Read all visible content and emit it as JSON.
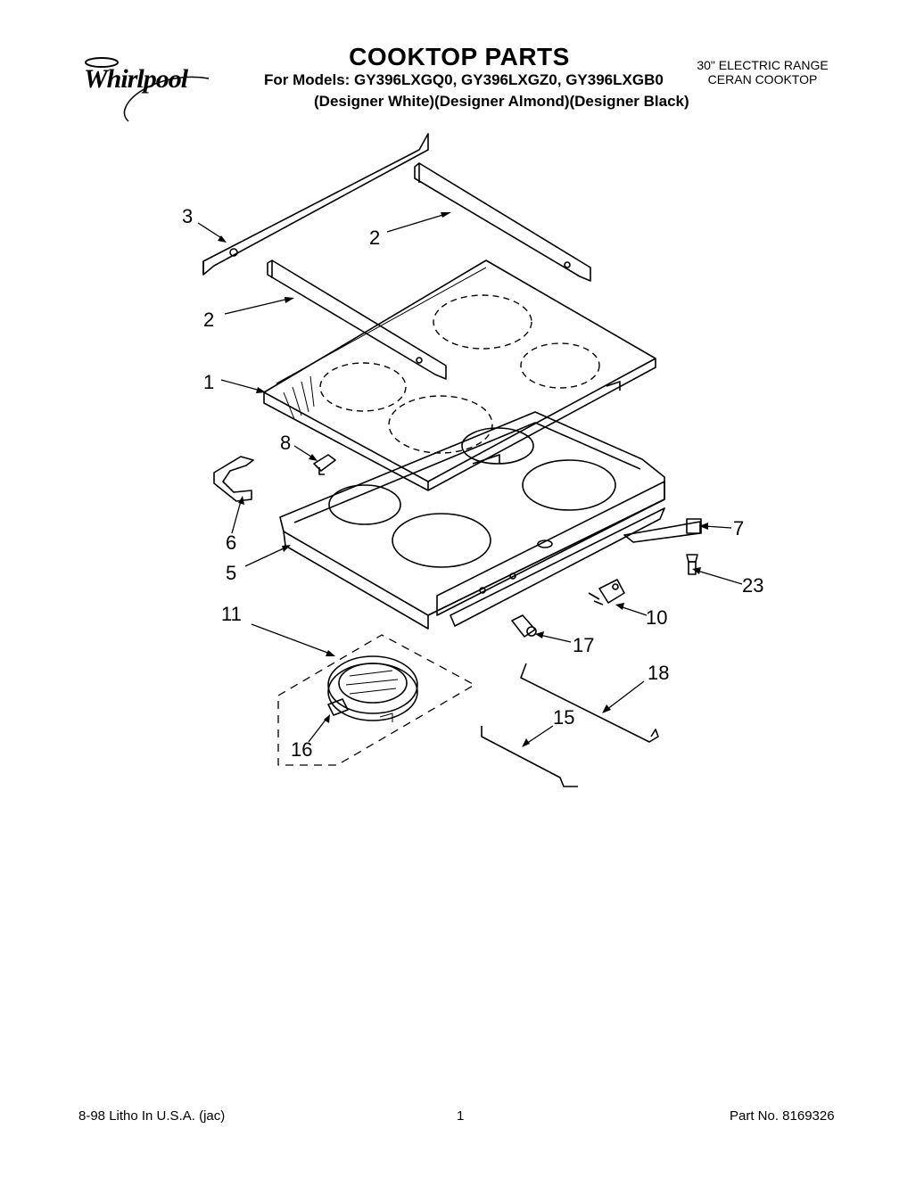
{
  "header": {
    "brand": "Whirlpool",
    "title": "COOKTOP PARTS",
    "models_line": "For Models: GY396LXGQ0, GY396LXGZ0, GY396LXGB0",
    "variants_line": "(Designer White)(Designer Almond)(Designer Black)",
    "range_line1": "30\" ELECTRIC RANGE",
    "range_line2": "CERAN COOKTOP"
  },
  "callouts": {
    "c1": "1",
    "c2a": "2",
    "c2b": "2",
    "c3": "3",
    "c5": "5",
    "c6": "6",
    "c7": "7",
    "c8": "8",
    "c10": "10",
    "c11": "11",
    "c15": "15",
    "c16": "16",
    "c17": "17",
    "c18": "18",
    "c23": "23"
  },
  "footer": {
    "litho": "8-98 Litho In U.S.A. (jac)",
    "page": "1",
    "part_no": "Part No. 8169326"
  }
}
